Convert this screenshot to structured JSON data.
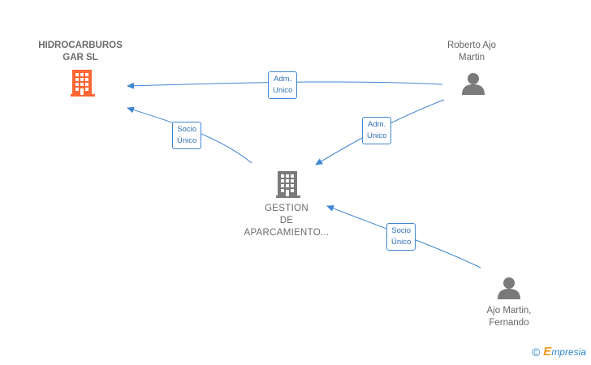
{
  "nodes": {
    "hidrocarburos": {
      "label": "HIDROCARBUROS\nGAR  SL"
    },
    "gestion": {
      "label": "GESTION\nDE\nAPARCAMIENTO..."
    },
    "roberto": {
      "label": "Roberto Ajo\nMartin"
    },
    "fernando": {
      "label": "Ajo Martin,\nFernando"
    }
  },
  "edges": {
    "roberto_to_hidro": {
      "label": "Adm.\nUnico"
    },
    "gestion_to_hidro": {
      "label": "Socio\nÚnico"
    },
    "roberto_to_gestion": {
      "label": "Adm.\nUnico"
    },
    "fernando_to_gestion": {
      "label": "Socio\nÚnico"
    }
  },
  "colors": {
    "accent_company": "#ff6633",
    "company_grey": "#7a7a7a",
    "person_grey": "#7a7a7a",
    "edge": "#3f86d1"
  },
  "icons": {
    "company": "building-icon",
    "person": "person-icon"
  },
  "brand": {
    "copyright": "©",
    "e": "E",
    "name": "mpresia"
  }
}
